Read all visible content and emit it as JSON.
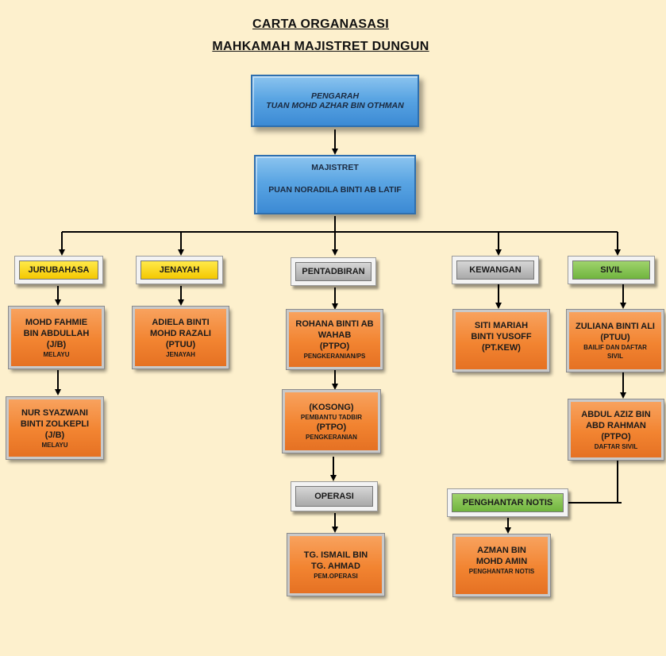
{
  "title": {
    "line1": "CARTA ORGANASASI",
    "line2": "MAHKAMAH MAJISTRET DUNGUN"
  },
  "pengarah": {
    "role": "PENGARAH",
    "name": "TUAN MOHD AZHAR BIN OTHMAN"
  },
  "majistret": {
    "role": "MAJISTRET",
    "name": "PUAN NORADILA BINTI AB LATIF"
  },
  "departments": {
    "jurubahasa": "JURUBAHASA",
    "jenayah": "JENAYAH",
    "pentadbiran": "PENTADBIRAN",
    "kewangan": "KEWANGAN",
    "sivil": "SIVIL",
    "operasi": "OPERASI",
    "penghantar_notis": "PENGHANTAR NOTIS"
  },
  "staff": {
    "fahmie": {
      "l1": "MOHD FAHMIE",
      "l2": "BIN ABDULLAH",
      "l3": "(J/B)",
      "sub": "MELAYU"
    },
    "syazwani": {
      "l1": "NUR SYAZWANI",
      "l2": "BINTI ZOLKEPLI",
      "l3": "(J/B)",
      "sub": "MELAYU"
    },
    "adiela": {
      "l1": "ADIELA BINTI",
      "l2": "MOHD RAZALI",
      "l3": "(PTUU)",
      "sub": "JENAYAH"
    },
    "rohana": {
      "l1": "ROHANA BINTI AB",
      "l2": "WAHAB",
      "l3": "(PTPO)",
      "sub": "PENGKERANIAN/PS"
    },
    "kosong": {
      "l1": "(KOSONG)",
      "l2": "PEMBANTU TADBIR",
      "l3": "(PTPO)",
      "sub": "PENGKERANIAN"
    },
    "ismail": {
      "l1": "TG. ISMAIL BIN",
      "l2": "TG. AHMAD",
      "sub": "PEM.OPERASI"
    },
    "siti": {
      "l1": "SITI MARIAH",
      "l2": "BINTI YUSOFF",
      "l3": "(PT.KEW)"
    },
    "zuliana": {
      "l1": "ZULIANA BINTI ALI",
      "l2": "(PTUU)",
      "sub1": "BAILIF DAN DAFTAR",
      "sub2": "SIVIL"
    },
    "abdulaziz": {
      "l1": "ABDUL AZIZ BIN",
      "l2": "ABD RAHMAN",
      "l3": "(PTPO)",
      "sub": "DAFTAR SIVIL"
    },
    "azman": {
      "l1": "AZMAN BIN",
      "l2": "MOHD AMIN",
      "sub": "PENGHANTAR NOTIS"
    }
  },
  "colors": {
    "background": "#fdf0cd",
    "blue": "#5aa5e3",
    "orange": "#f28431",
    "yellow": "#f4c800",
    "grey": "#a9a9a9",
    "green": "#70b43e"
  }
}
